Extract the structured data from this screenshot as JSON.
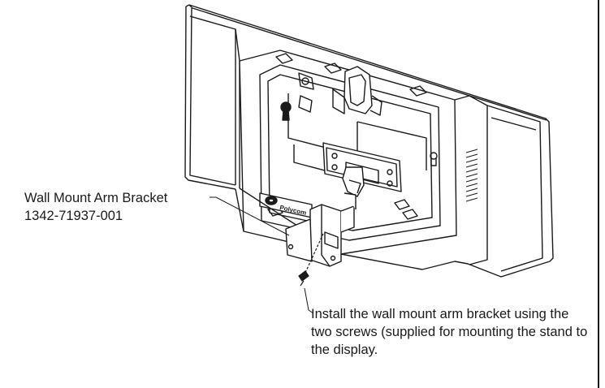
{
  "labels": {
    "bracket_name": "Wall Mount Arm Bracket",
    "bracket_part": "1342-71937-001",
    "install_note": "Install the wall mount arm bracket using the two screws (supplied for mounting the stand to the display."
  },
  "logo": {
    "text": "Polycom"
  },
  "icons": {
    "display": "display-back-view-icon",
    "bracket": "wall-mount-arm-bracket-icon",
    "screw": "screw-icon"
  }
}
